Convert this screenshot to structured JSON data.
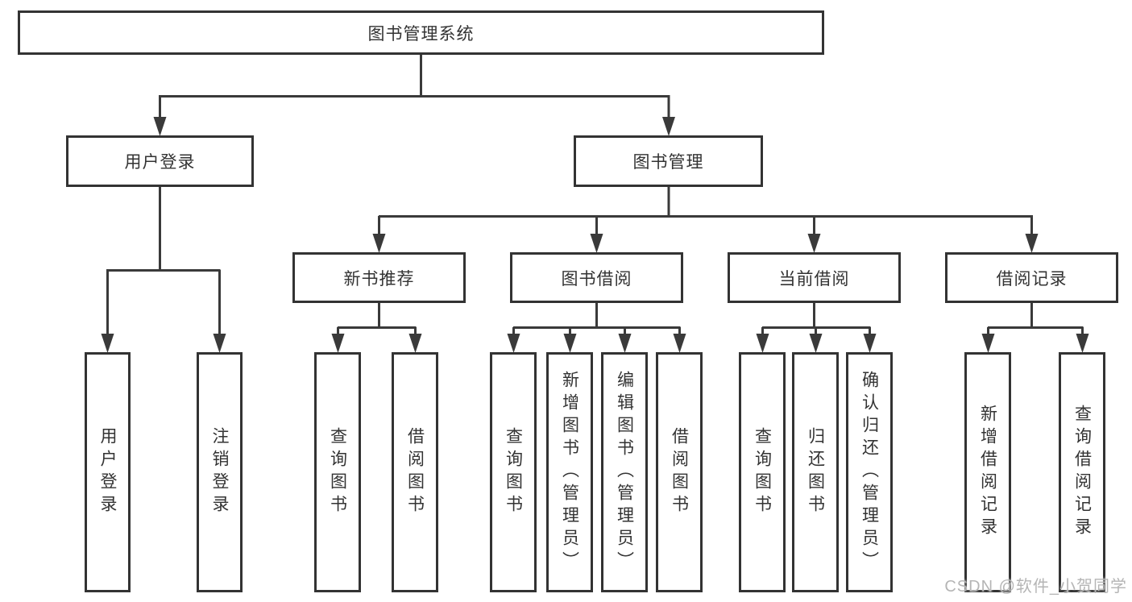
{
  "tree": {
    "root": "图书管理系统",
    "branches": [
      {
        "label": "用户登录",
        "leaves": [
          "用户登录",
          "注销登录"
        ]
      },
      {
        "label": "图书管理",
        "groups": [
          {
            "label": "新书推荐",
            "leaves": [
              "查询图书",
              "借阅图书"
            ]
          },
          {
            "label": "图书借阅",
            "leaves": [
              "查询图书",
              "新增图书（管理员）",
              "编辑图书（管理员）",
              "借阅图书"
            ]
          },
          {
            "label": "当前借阅",
            "leaves": [
              "查询图书",
              "归还图书",
              "确认归还（管理员）"
            ]
          },
          {
            "label": "借阅记录",
            "leaves": [
              "新增借阅记录",
              "查询借阅记录"
            ]
          }
        ]
      }
    ]
  },
  "watermark": "CSDN @软件_小贺同学",
  "colors": {
    "line": "#3a3a3a",
    "box_border": "#333333",
    "text": "#333333",
    "watermark": "#b5b5b5",
    "background": "#ffffff"
  }
}
